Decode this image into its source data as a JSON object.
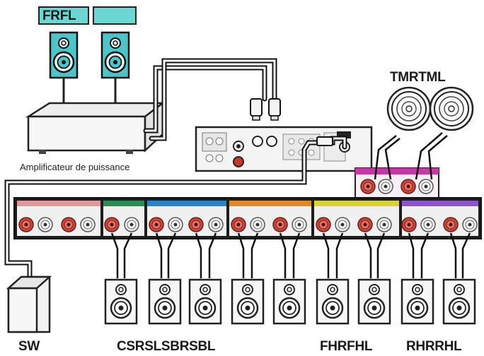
{
  "labels": {
    "front_pair": "FRFL",
    "top_middle_pair": "TMRTML",
    "amplifier": "Amplificateur de puissance",
    "subwoofer": "SW",
    "surround_group": "CSRSLSBRSBL",
    "front_height_pair": "FHRFHL",
    "rear_height_pair": "RHRRHL"
  },
  "colors": {
    "front_box": "#6cd6d2",
    "speaker_blue": "#4ec3c8",
    "terminal_red": "#c0392b",
    "center_green": "#2e8b57",
    "surround_blue": "#2f83c5",
    "back_orange": "#e08a2d",
    "height_yellow": "#d9d23a",
    "height_purple": "#8c54c9",
    "top_magenta": "#c23aa6"
  }
}
